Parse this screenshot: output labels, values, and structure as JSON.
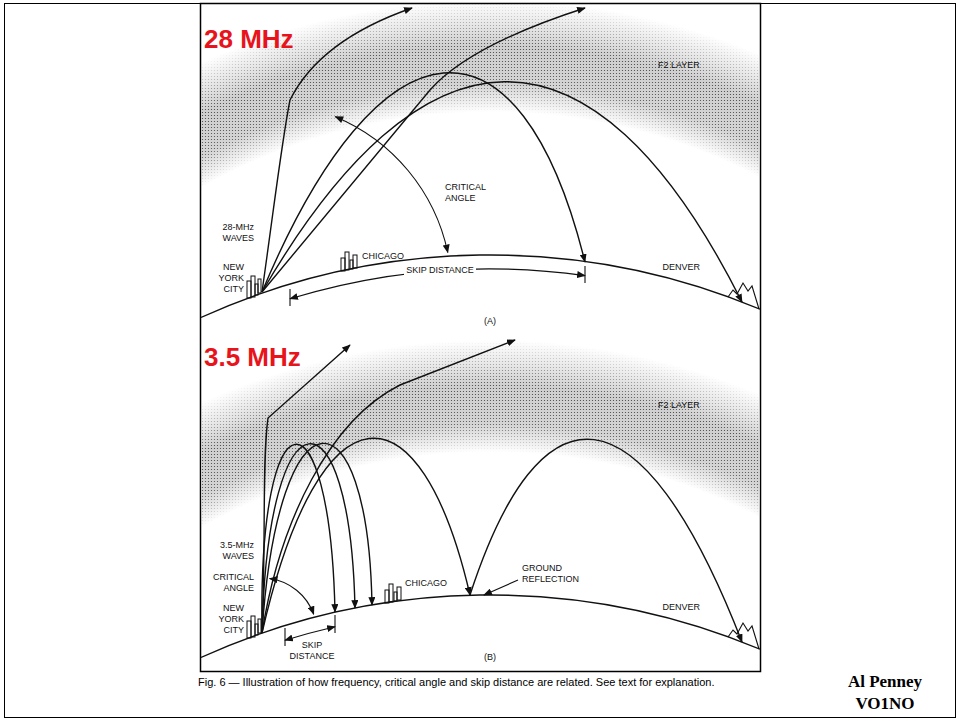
{
  "diagram": {
    "caption": "Fig. 6 — Illustration of how frequency, critical angle and skip distance are related. See text for explanation.",
    "labels": [
      "28 MHz",
      "F2 LAYER",
      "28-MHz WAVES",
      "CRITICAL ANGLE",
      "CHICAGO",
      "NEW YORK CITY",
      "SKIP DISTANCE",
      "DENVER",
      "(A)",
      "3.5 MHz",
      "F2 LAYER",
      "3.5-MHz WAVES",
      "CRITICAL ANGLE",
      "CHICAGO",
      "GROUND REFLECTION",
      "NEW YORK CITY",
      "SKIP DISTANCE",
      "(B)",
      "DENVER",
      "Al Penney",
      "VO1NO"
    ]
  }
}
